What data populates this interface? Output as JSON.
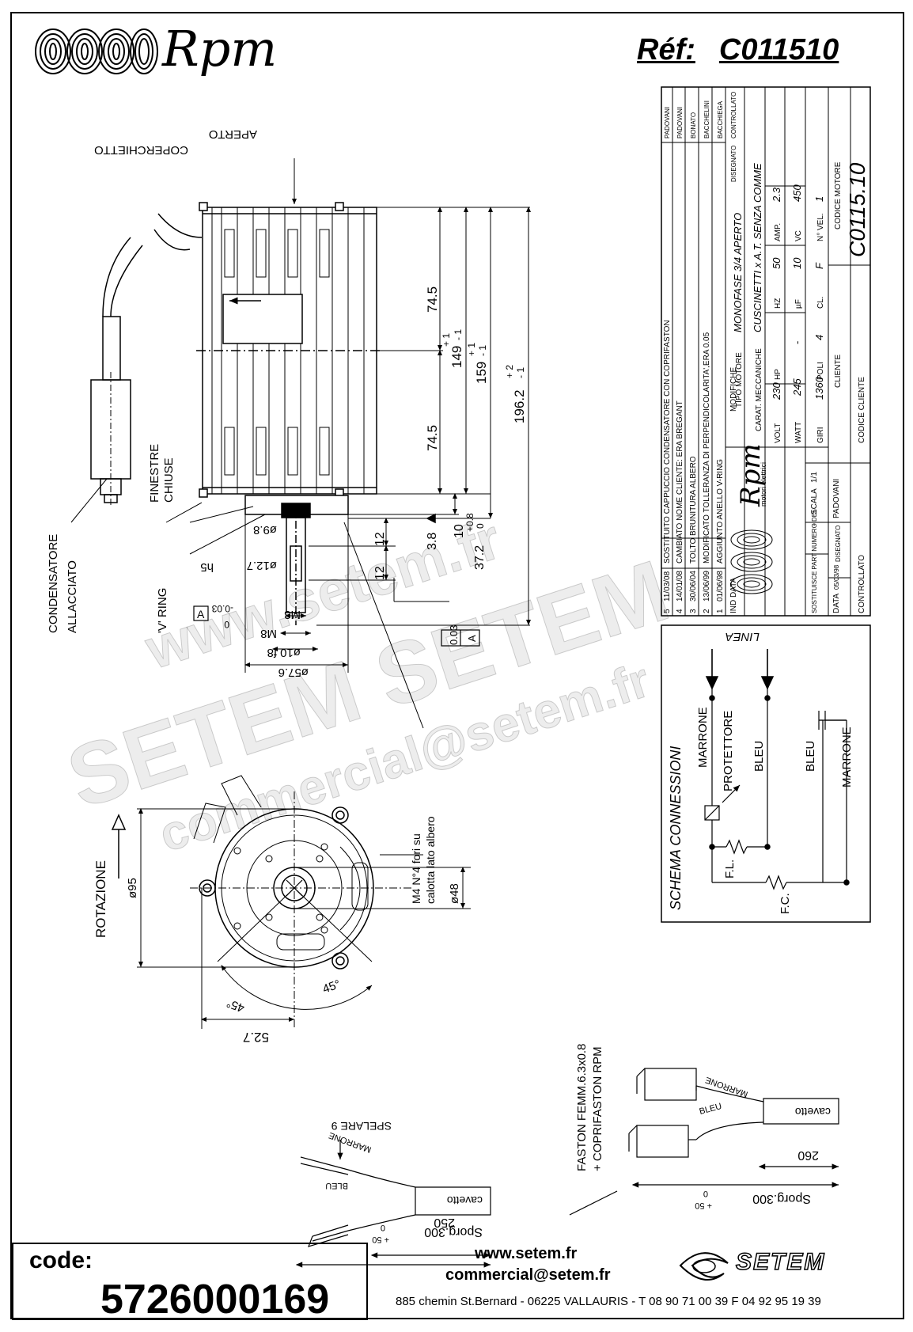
{
  "header": {
    "brand": "Rpm",
    "ref_label": "Réf:",
    "ref_value": "C011510"
  },
  "motor_view": {
    "labels": {
      "coperchietto": "COPERCHIETTO",
      "aperto": "APERTO",
      "finestre": "FINESTRE",
      "chiuse": "CHIUSE",
      "condensatore": "CONDENSATORE",
      "allacciato": "ALLACCIATO",
      "v_ring": "'V' RING",
      "datum": "A",
      "tolerance_flat": "0.03",
      "tolerance_datum": "A"
    },
    "dims": {
      "d1": "74.5",
      "d2": "74.5",
      "d3": "149",
      "d3_tol_up": "+ 1",
      "d3_tol_dn": "- 1",
      "d4": "159",
      "d4_tol_up": "+ 1",
      "d4_tol_dn": "- 1",
      "d5": "196.2",
      "d5_tol_up": "+ 2",
      "d5_tol_dn": "- 1",
      "d6": "3.8",
      "d7": "10",
      "d8": "37.2",
      "d8_tol_up": "+0.8",
      "d8_tol_mid": "0",
      "d9": "12",
      "d10": "12",
      "phi98": "ø9.8",
      "phi127": "ø12.7",
      "h5": "h5",
      "m3": "M3",
      "m8": "M8",
      "tol_003": "-0.03",
      "tol_0": "0",
      "phi10": "ø10 f8",
      "phi576": "ø57.6"
    }
  },
  "front_view": {
    "rotazione": "ROTAZIONE",
    "phi95": "ø95",
    "phi48": "ø48",
    "holes_note_1": "M4 N°4 fori su",
    "holes_note_2": "calotta lato albero",
    "angle1": "45°",
    "angle2": "45°",
    "d527": "52.7"
  },
  "title_block": {
    "revisions": [
      {
        "n": "5",
        "date": "11/03/08",
        "text": "SOSTITUITO CAPPUCCIO CONDENSATORE CON COPRIFASTON",
        "by": "PADOVANI"
      },
      {
        "n": "4",
        "date": "14/01/08",
        "text": "CAMBIATO NOME CLIENTE: ERA BREGANT",
        "by": "PADOVANI"
      },
      {
        "n": "3",
        "date": "30/06/04",
        "text": "TOLTO BRUNITURA ALBERO",
        "by": "BONATO"
      },
      {
        "n": "2",
        "date": "13/06/99",
        "text": "MODIFICATO TOLLERANZA DI PERPENDICOLARITA',ERA 0.05",
        "by": "BACCHELINI"
      },
      {
        "n": "1",
        "date": "01/06/98",
        "text": "AGGIUNTO ANELLO V-RING",
        "by": "BACCHIEGA"
      }
    ],
    "hdr_ind": "IND",
    "hdr_data": "DATA",
    "hdr_modifiche": "MODIFICHE",
    "hdr_disegnato": "DISEGNATO",
    "hdr_controllato": "CONTROLLATO",
    "rpm_brand": "Rpm",
    "rpm_sub": "motori elettrici",
    "tipo_label": "TIPO MOTORE",
    "tipo_value": "MONOFASE 3/4 APERTO",
    "carat_label": "CARAT. MECCANICHE",
    "carat_value": "CUSCINETTI x A.T. SENZA COMME",
    "volt_label": "VOLT",
    "volt_value": "230",
    "hz_label": "HZ",
    "hz_value": "50",
    "amp_label": "AMP.",
    "amp_value": "2.3",
    "watt_label": "WATT",
    "watt_value": "245",
    "hp_label": "HP",
    "hp_value": "-",
    "uf_label": "µF",
    "uf_value": "10",
    "vc_label": "VC",
    "vc_value": "450",
    "giri_label": "GIRI",
    "giri_value": "1360",
    "poli_label": "POLI",
    "poli_value": "4",
    "cl_label": "CL.",
    "cl_value": "F",
    "nvel_label": "N° VEL.",
    "nvel_value": "1",
    "codice_motore_label": "CODICE MOTORE",
    "codice_motore_value": "C0115.10",
    "cliente_label": "CLIENTE",
    "codice_cliente_label": "CODICE CLIENTE",
    "sostituisce_label": "SOSTITUISCE PART NUMERO DEL",
    "sostituisce_value": "-",
    "scala_label": "SCALA",
    "scala_value": "1/1",
    "data_label": "DATA",
    "data_value": "05/03/98",
    "disegnato_label": "DISEGNATO",
    "disegnato_value": "PADOVANI",
    "controllato_label": "CONTROLLATO"
  },
  "schema": {
    "title": "SCHEMA CONNESSIONI",
    "linea": "LINEA",
    "marrone1": "MARRONE",
    "protettore": "PROTETTORE",
    "bleu1": "BLEU",
    "bleu2": "BLEU",
    "marrone2": "MARRONE",
    "fl": "F.L.",
    "fc": "F.C."
  },
  "cables": {
    "spelare": "SPELARE 9",
    "marrone_a": "MARRONE",
    "bleu_a": "BLEU",
    "cavetto_a": "cavetto",
    "len_a": "250",
    "sporg_a": "Sporg.300",
    "sporg_a_tol_up": "+ 50",
    "sporg_a_tol_dn": "0",
    "faston_1": "FASTON FEMM.6.3x0.8",
    "faston_2": "+ COPRIFASTON RPM",
    "marrone_b": "MARRONE",
    "bleu_b": "BLEU",
    "cavetto_b": "cavetto",
    "len_b": "260",
    "sporg_b": "Sporg.300",
    "sporg_b_tol_up": "+ 50",
    "sporg_b_tol_dn": "0"
  },
  "watermark": {
    "line1": "www.setem.fr",
    "line2": "SETEM SETEM",
    "line3": "commercial@setem.fr"
  },
  "footer": {
    "code_label": "code:",
    "code_value": "5726000169",
    "website": "www.setem.fr",
    "email": "commercial@setem.fr",
    "address": "885 chemin St.Bernard  -  06225 VALLAURIS  -  T 08 90 71 00 39   F 04 92 95 19 39",
    "company": "SETEM"
  }
}
